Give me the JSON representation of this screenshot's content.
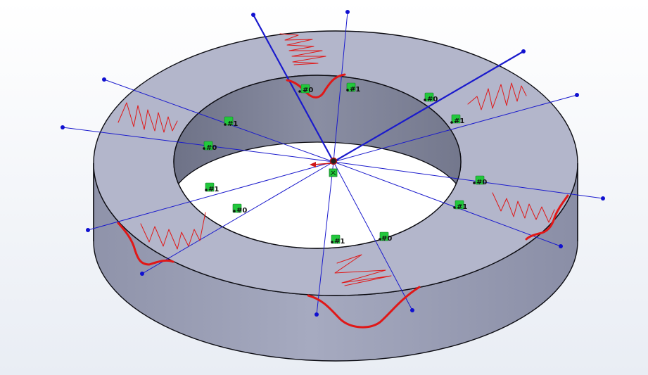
{
  "colors": {
    "background_top": "#ffffff",
    "background_bottom": "#e9edf4",
    "face_top": "#b3b6cb",
    "face_outer": "#9fa3ba",
    "face_inner": "#7d8196",
    "edge": "#0c0c12",
    "construction_line": "#1a1acc",
    "vertex_point": "#1010d0",
    "sketch_curve": "#e01818",
    "relation_marker": "#22c83c"
  },
  "markers": [
    {
      "id": "m1",
      "label": "#0"
    },
    {
      "id": "m2",
      "label": "#1"
    },
    {
      "id": "m3",
      "label": "#0"
    },
    {
      "id": "m4",
      "label": "#1"
    },
    {
      "id": "m5",
      "label": "#0"
    },
    {
      "id": "m6",
      "label": "#1"
    },
    {
      "id": "m7",
      "label": "#0"
    },
    {
      "id": "m8",
      "label": "#1"
    },
    {
      "id": "m9",
      "label": "#0"
    },
    {
      "id": "m10",
      "label": "#1"
    },
    {
      "id": "m11",
      "label": "#1"
    },
    {
      "id": "m12",
      "label": "#0"
    }
  ]
}
